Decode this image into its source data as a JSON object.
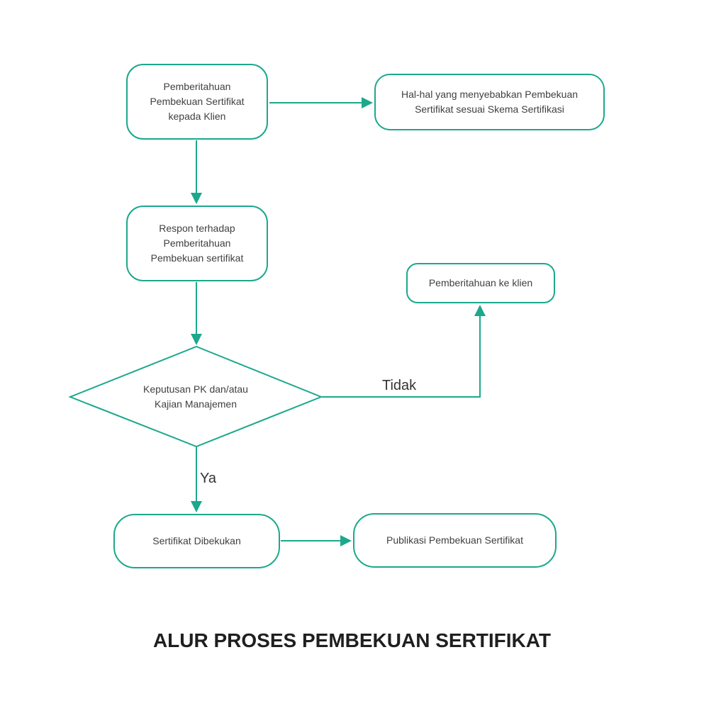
{
  "title": "ALUR PROSES PEMBEKUAN SERTIFIKAT",
  "colors": {
    "accent": "#1CA88C",
    "node_text": "#404040",
    "edge_label_text": "#333333",
    "title_text": "#1f1f1f",
    "background": "#ffffff"
  },
  "flowchart": {
    "nodes": [
      {
        "id": "notify-suspension-to-client",
        "type": "rounded-rect",
        "label": "Pemberitahuan Pembekuan Sertifikat kepada Klien"
      },
      {
        "id": "suspension-causes",
        "type": "rounded-rect",
        "label": "Hal-hal yang menyebabkan Pembekuan Sertifikat sesuai Skema Sertifikasi"
      },
      {
        "id": "response-to-notification",
        "type": "rounded-rect",
        "label": "Respon terhadap Pemberitahuan Pembekuan sertifikat"
      },
      {
        "id": "decision-pk-management-review",
        "type": "diamond",
        "label": "Keputusan PK dan/atau Kajian Manajemen"
      },
      {
        "id": "notification-to-client",
        "type": "rounded-rect",
        "label": "Pemberitahuan ke klien"
      },
      {
        "id": "certificate-suspended",
        "type": "rounded-rect",
        "label": "Sertifikat Dibekukan"
      },
      {
        "id": "publication-of-suspension",
        "type": "rounded-rect",
        "label": "Publikasi Pembekuan Sertifikat"
      }
    ],
    "edge_labels": {
      "no": "Tidak",
      "yes": "Ya"
    }
  }
}
